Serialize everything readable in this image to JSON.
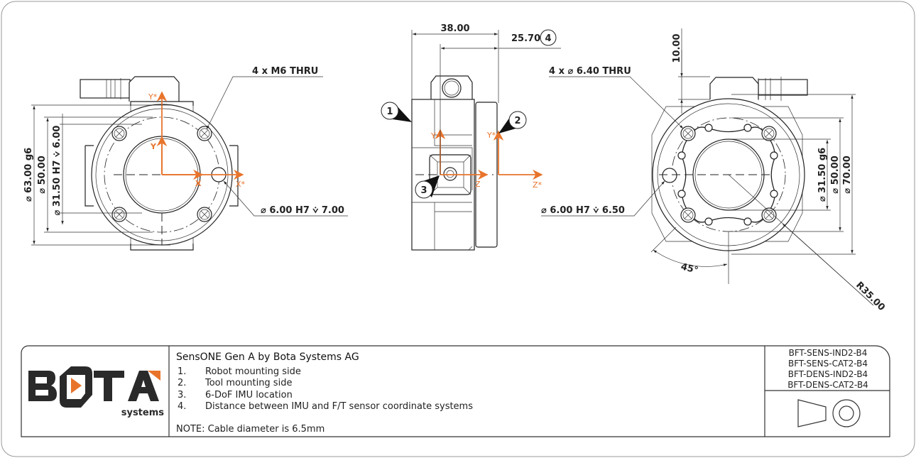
{
  "colors": {
    "axis": "#e8742c",
    "line": "#222222",
    "logo_dark": "#2a2a2a",
    "logo_accent": "#e8742c"
  },
  "left_view": {
    "callout_holes": "4 x M6  THRU",
    "callout_pin": "⌀ 6.00 H7 ⩒ 7.00",
    "dim_outer": "⌀ 63.00 g6",
    "dim_mid": "⌀ 50.00",
    "dim_bore": "⌀ 31.50 H7 ⩒ 6.00",
    "axes": {
      "y": "Y",
      "y_star": "Y*",
      "x": "X",
      "x_star": "X*"
    }
  },
  "side_view": {
    "dim_length": "38.00",
    "dim_offset": "25.70",
    "markers": [
      "1",
      "2",
      "3",
      "4"
    ],
    "axes": {
      "y": "Y",
      "z": "Z",
      "y_star": "Y*",
      "z_star": "Z*"
    }
  },
  "right_view": {
    "callout_holes": "4 x ⌀ 6.40 THRU",
    "callout_pin": "⌀ 6.00 H7 ⩒ 6.50",
    "dim_connector": "10.00",
    "dim_bore": "⌀ 31.50 g6",
    "dim_mid": "⌀ 50.00",
    "dim_outer": "⌀ 70.00",
    "angle": "45°",
    "radius": "R35.00"
  },
  "title_block": {
    "logo_text": "BOTA",
    "logo_sub": "systems",
    "title": "SensONE Gen A by Bota Systems AG",
    "notes": [
      {
        "num": "1.",
        "text": "Robot mounting side"
      },
      {
        "num": "2.",
        "text": "Tool mounting side"
      },
      {
        "num": "3.",
        "text": "6-DoF IMU location"
      },
      {
        "num": "4.",
        "text": "Distance between IMU and F/T sensor coordinate systems"
      }
    ],
    "note": "NOTE: Cable diameter is 6.5mm",
    "part_numbers": [
      "BFT-SENS-IND2-B4",
      "BFT-SENS-CAT2-B4",
      "BFT-DENS-IND2-B4",
      "BFT-DENS-CAT2-B4"
    ]
  }
}
